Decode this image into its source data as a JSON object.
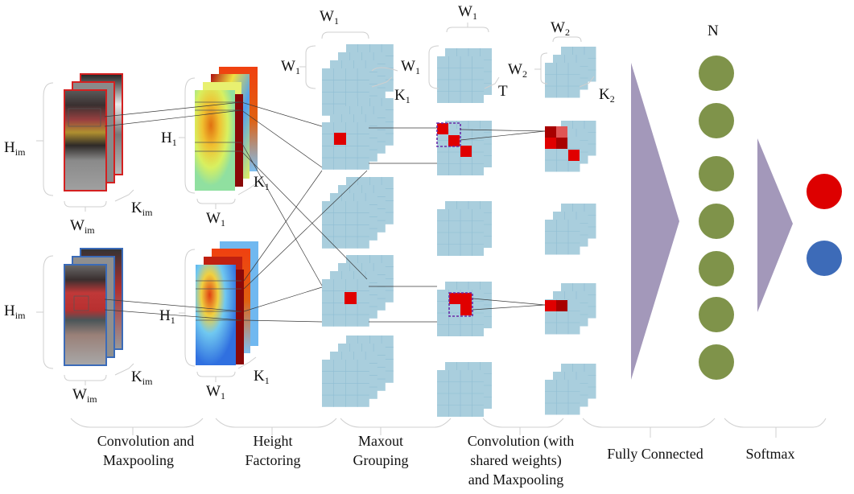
{
  "title": "CNN architecture for person re-identification",
  "colors": {
    "grid_fill": "#a9cedd",
    "grid_line": "#8fbdd3",
    "activation_red": "#e00000",
    "activation_dark_red": "#a80000",
    "activation_light_red": "#e05555",
    "maxout_dash": "#6a2aa8",
    "fc_triangle": "#a398ba",
    "fc_node": "#7f934a",
    "output_positive": "#dd0000",
    "output_negative": "#3d6bb8",
    "brace": "#cccccc",
    "connector": "#333333",
    "probe_frame": "#d42020",
    "gallery_frame": "#3b6bb8"
  },
  "dims": {
    "H": "H",
    "W": "W",
    "K": "K",
    "T": "T",
    "N": "N",
    "im": "im",
    "one": "1",
    "two": "2"
  },
  "stages": [
    {
      "id": "conv-maxpool",
      "lines": [
        "Convolution and",
        "Maxpooling"
      ]
    },
    {
      "id": "height-factoring",
      "lines": [
        "Height",
        "Factoring"
      ]
    },
    {
      "id": "maxout-grouping",
      "lines": [
        "Maxout",
        "Grouping"
      ]
    },
    {
      "id": "conv-shared",
      "lines": [
        "Convolution (with",
        "shared weights)",
        "and Maxpooling"
      ]
    },
    {
      "id": "fully-connected",
      "lines": [
        "Fully Connected"
      ]
    },
    {
      "id": "softmax",
      "lines": [
        "Softmax"
      ]
    }
  ],
  "fc_nodes": 7,
  "outputs": [
    "positive",
    "negative"
  ]
}
